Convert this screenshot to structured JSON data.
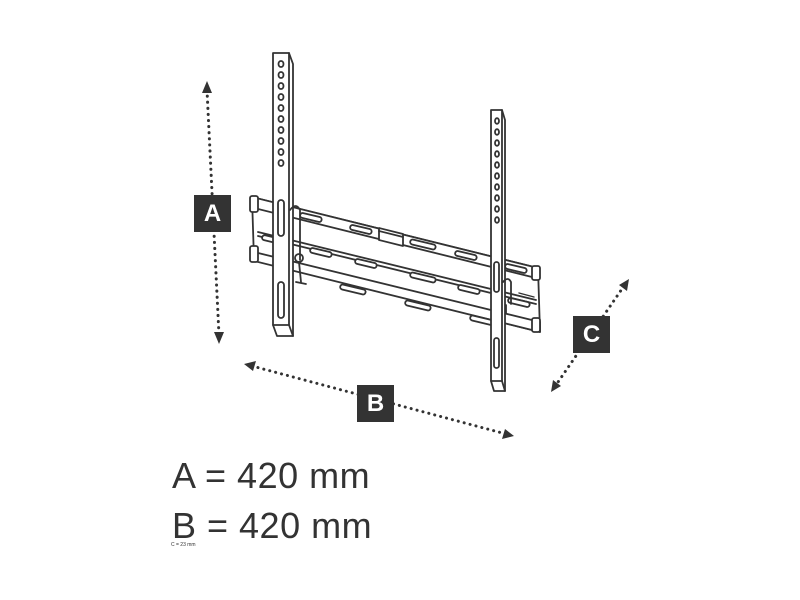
{
  "labels": {
    "a": "A",
    "b": "B",
    "c": "C"
  },
  "measurements": {
    "a": "A = 420 mm",
    "b": "B = 420 mm"
  },
  "footnote": "C = 23 mm",
  "colors": {
    "ink": "#333333",
    "label_bg": "#333333",
    "label_text": "#ffffff",
    "background": "#ffffff"
  }
}
